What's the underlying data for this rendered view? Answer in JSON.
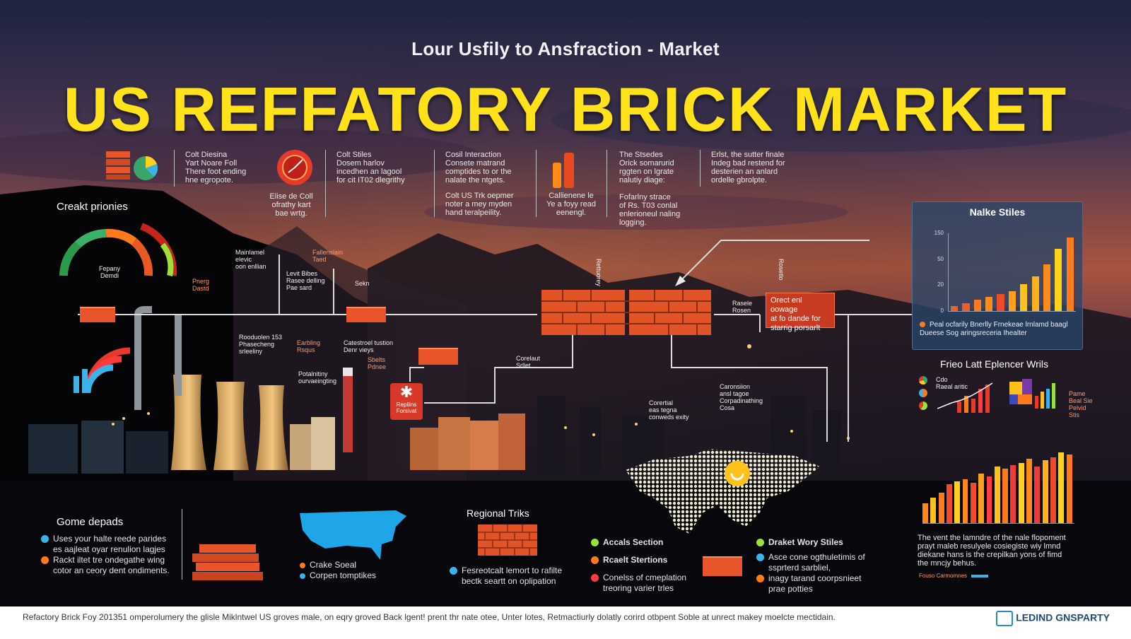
{
  "header": {
    "subtitle": "Lour Usfily to Ansfraction - Market",
    "title": "US REFFATORY BRICK MARKET"
  },
  "top_notes": [
    {
      "lines": [
        "Colt Diesina",
        "Yart Noare Foll",
        "There foot ending",
        "hne egropote."
      ]
    },
    {
      "lines": [
        "Elise de Coll",
        "ofrathy kart",
        "bae wrtg."
      ]
    },
    {
      "lines": [
        "Colt Stiles",
        "Dosem harlov",
        "incedhen an lagool",
        "for cit IT02 dlegrithy"
      ]
    },
    {
      "lines": [
        "Cosil Interaction",
        "Consete matrand",
        "comptides to or the",
        "nalate the ntgets."
      ]
    },
    {
      "lines": [
        "Colt US Trk oepmer",
        "noter a mey myden",
        "hand teralpeility."
      ]
    },
    {
      "lines": [
        "Callienene le",
        "Ye a foyy read",
        "eenengl."
      ]
    },
    {
      "lines": [
        "The Stsedes",
        "Orick somarurid",
        "rggten on lgrate",
        "nalutiy diage:"
      ]
    },
    {
      "lines": [
        "Fofarlny strace",
        "of Rs. T03 conlal",
        "enlerioneul naling",
        "logging."
      ]
    },
    {
      "lines": [
        "Erlst, the sutter finale",
        "Indeg bad restend for",
        "desterien an anlard",
        "ordelle gbrolpte."
      ]
    }
  ],
  "gauge_panel": {
    "title": "Creakt prionies",
    "center_label": "Fepany",
    "center_sub": "Demdi"
  },
  "diagram_tags": [
    {
      "lines": [
        "Mainlamel",
        "elevic",
        "oon enllian"
      ]
    },
    {
      "lines": [
        "Fallenslain",
        "Taed"
      ]
    },
    {
      "lines": [
        "Levit Bibes",
        "Rasee delling",
        "Pae sard"
      ]
    },
    {
      "lines": [
        "Sekn"
      ]
    },
    {
      "lines": [
        "Pnerg",
        "Dastd"
      ]
    },
    {
      "lines": [
        "Rooduolen 153",
        "Phasecheng",
        "srleeliny"
      ]
    },
    {
      "lines": [
        "Earbling",
        "Rsqus"
      ]
    },
    {
      "lines": [
        "Catestroel tustion",
        "Denr vieys"
      ]
    },
    {
      "lines": [
        "Sbelts",
        "Pdnee"
      ]
    },
    {
      "lines": [
        "Potalnitiny",
        "ourvaeingting"
      ]
    },
    {
      "lines": [
        "Corelaut",
        "Srllet"
      ]
    },
    {
      "lines": [
        "Rettuorey"
      ]
    },
    {
      "lines": [
        "Rasele",
        "Rosen"
      ]
    },
    {
      "lines": [
        "Rosetlo"
      ]
    },
    {
      "lines": [
        "Caronsiion",
        "ansl tagoe",
        "Corpadinathing",
        "Cosa"
      ]
    },
    {
      "lines": [
        "Corertial",
        "eas tegna",
        "conweds exity"
      ]
    }
  ],
  "highlight_box": {
    "lines": [
      "Orect enl oowage",
      "at fo dande for",
      "starrig porsarlt"
    ]
  },
  "red_icon_box": {
    "label": "Repliins Forsivat"
  },
  "right_chart": {
    "title": "Nalke Stiles",
    "ticks": [
      "150",
      "50",
      "20",
      "0"
    ],
    "values": [
      6,
      10,
      15,
      18,
      22,
      26,
      35,
      45,
      60,
      80,
      95
    ],
    "colors": [
      "#e8622a",
      "#ef5d25",
      "#ff7a1a",
      "#ff8c1a",
      "#ee4b2b",
      "#ff9f1a",
      "#ffc21a",
      "#ffb01a",
      "#ff8a1a",
      "#ffd21a",
      "#ff7a1a"
    ],
    "caption": "Peal ocfarily Bnerlly Frnekeae lrnlamd baagl Dueese Sog aringsreceria Ihealter"
  },
  "mid_right": {
    "title": "Frieo Latt Eplencer Wrils",
    "legend_a": [
      "Cdo",
      "Raeal aritic"
    ],
    "legend_b": [
      "Pame",
      "Beal Sie",
      "Pelvid Stis"
    ]
  },
  "bottom_right_chart": {
    "values": [
      25,
      32,
      38,
      48,
      52,
      55,
      50,
      62,
      58,
      70,
      68,
      72,
      75,
      80,
      70,
      78,
      82,
      88,
      85
    ],
    "colors": [
      "#ff8a1a",
      "#ffc21a",
      "#ff7a1a",
      "#ee4b2b",
      "#ffd21a",
      "#ff8a1a",
      "#ee4b2b",
      "#ff9f1a",
      "#ff3b3b",
      "#ffc21a",
      "#ff7a1a",
      "#ee3b3b",
      "#ffd21a",
      "#ff8a1a",
      "#ee3b3b",
      "#ffb01a",
      "#ee4b2b",
      "#ffd21a",
      "#ff7a1a"
    ],
    "caption": "The vent the lamndre of the nale flopoment prayt maleb resulyele cosiegiste wiy lmnd diekane hans is the crepilkan yons of fimd the mncjy behus.",
    "legend": "Fouso Carmomnes"
  },
  "bottom": {
    "left_title": "Gome depads",
    "left_items": [
      {
        "color": "#3ab4e8",
        "text": "Uses your halte reede parides es aajleat oyar renulion lagjes"
      },
      {
        "color": "#ff7a1a",
        "text": "Rackt iltet tre ondegathe wing cotor an ceory dent ondiments."
      }
    ],
    "map_items": [
      {
        "color": "#ff7a1a",
        "text": "Crake Soeal"
      },
      {
        "color": "#3ab4e8",
        "text": "Corpen tomptikes"
      }
    ],
    "regional_title": "Regional Triks",
    "regional_item": {
      "color": "#3ab4e8",
      "text": "Fesreotcalt lemort to rafilte bectk seartt on oplipation"
    },
    "center_items": [
      {
        "color": "#9be13a",
        "text": "Accals Section"
      },
      {
        "color": "#ff7a1a",
        "text": "Rcaelt Stertions"
      },
      {
        "color": "#ff3b3b",
        "text": "Conelss of cmeplation treoring varier trles"
      }
    ],
    "right_items": [
      {
        "color": "#9be13a",
        "text": "Draket Wory Stiles"
      },
      {
        "color": "#3ab4e8",
        "text": "Asce cone ogthuletimis of ssprterd sarbliel,"
      },
      {
        "color": "#ff7a1a",
        "text": "inagy tarand coorpsnieet prae potties"
      }
    ]
  },
  "footer": {
    "text": "Refactory Brick Foy 201351 omperolumery the glisle Miklntwel US groves male, on eqry groved Back lgent! prent thr nate otee, Unter lotes, Retmactiurly dolatly corird otbpent Soble at unrect makey moelcte mectidain.",
    "brand": "LEDIND GNSPARTY"
  },
  "colors": {
    "title": "#ffe21a",
    "brick": "#e8552a",
    "accent_blue": "#3ab4e8",
    "accent_orange": "#ff7a1a"
  }
}
